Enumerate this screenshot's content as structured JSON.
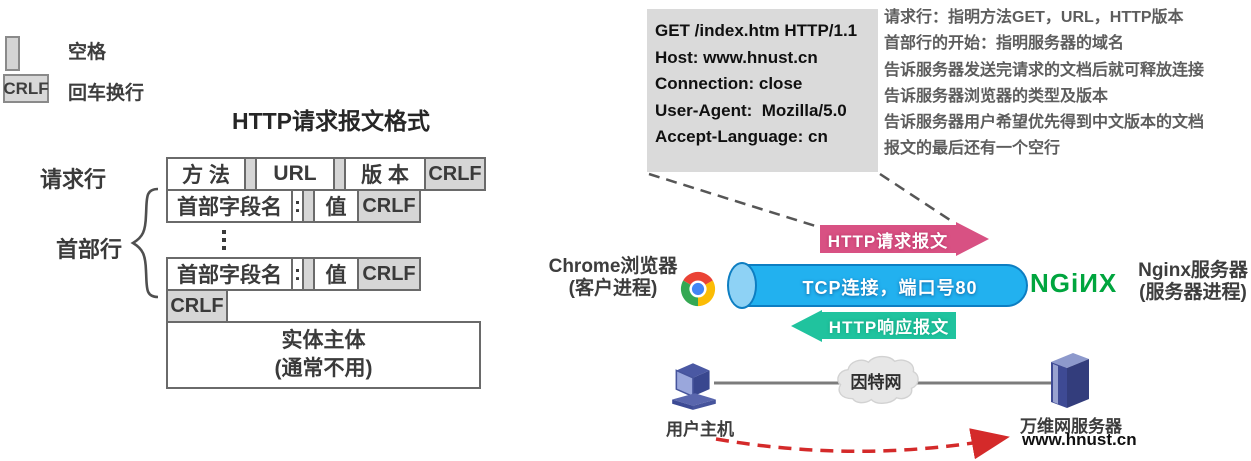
{
  "legend": {
    "space_label": "空格",
    "crlf_box": "CRLF",
    "crlf_label": "回车换行"
  },
  "format_diagram": {
    "title": "HTTP请求报文格式",
    "request_line_label": "请求行",
    "header_lines_label": "首部行",
    "row_request": {
      "method": "方 法",
      "url": "URL",
      "version": "版 本",
      "crlf": "CRLF"
    },
    "row_header": {
      "field": "首部字段名",
      "colon": ":",
      "value": "值",
      "crlf": "CRLF"
    },
    "blank_line_crlf": "CRLF",
    "entity_body_line1": "实体主体",
    "entity_body_line2": "(通常不用)"
  },
  "example_request": {
    "lines": [
      "GET /index.htm HTTP/1.1",
      "Host: www.hnust.cn",
      "Connection: close",
      "User-Agent:  Mozilla/5.0",
      "Accept-Language: cn"
    ]
  },
  "annotations": {
    "lines": [
      "请求行：指明方法GET，URL，HTTP版本",
      "首部行的开始：指明服务器的域名",
      "告诉服务器发送完请求的文档后就可释放连接",
      "告诉服务器浏览器的类型及版本",
      "告诉服务器用户希望优先得到中文版本的文档",
      "报文的最后还有一个空行"
    ]
  },
  "connection": {
    "client_label_line1": "Chrome浏览器",
    "client_label_line2": "(客户进程)",
    "pipe_label": "TCP连接，端口号80",
    "request_arrow_label": "HTTP请求报文",
    "response_arrow_label": "HTTP响应报文",
    "nginx_logo_text": "NGiИX",
    "server_label_line1": "Nginx服务器",
    "server_label_line2": "(服务器进程)"
  },
  "network": {
    "host_label": "用户主机",
    "internet_label": "因特网",
    "server_label": "万维网服务器",
    "server_domain": "www.hnust.cn"
  },
  "icons": {
    "chrome": "chrome-browser-logo",
    "host": "desktop-computer-icon",
    "internet": "cloud-icon",
    "server": "server-tower-icon"
  },
  "colors": {
    "pipe_blue": "#22b1ef",
    "request_pink": "#d85183",
    "response_teal": "#20c39e",
    "nginx_green": "#00a53e",
    "red_dashed_arrow": "#d42a2a",
    "gray_fill": "#d6d6d6"
  }
}
